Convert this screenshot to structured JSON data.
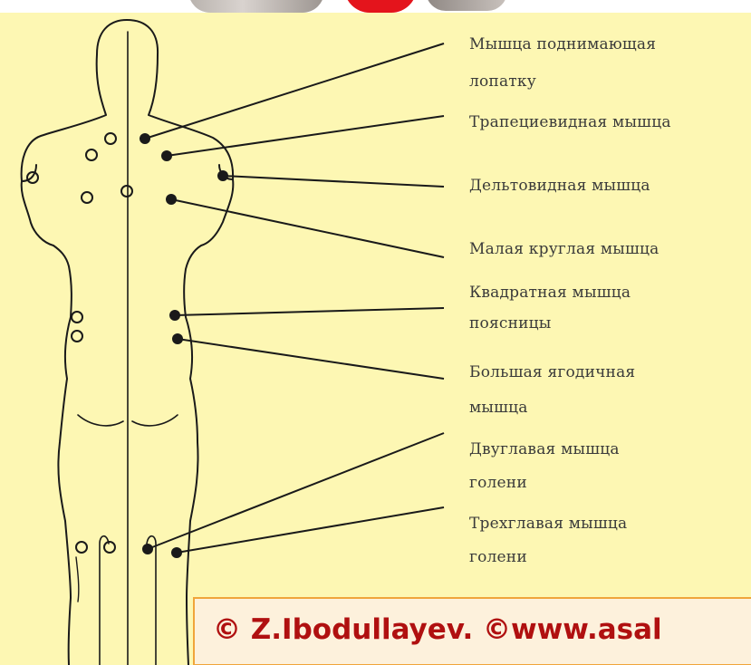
{
  "labels": [
    {
      "line1": "Мышца поднимающая",
      "line2": "лопатку"
    },
    {
      "line1": "Трапециевидная мышца",
      "line2": ""
    },
    {
      "line1": "Дельтовидная мышца",
      "line2": ""
    },
    {
      "line1": "Малая круглая мышца",
      "line2": ""
    },
    {
      "line1": "Квадратная мышца",
      "line2": "поясницы"
    },
    {
      "line1": "Большая ягодичная",
      "line2": "мышца"
    },
    {
      "line1": "Двуглавая мышца",
      "line2": "голени"
    },
    {
      "line1": "Трехглавая мышца",
      "line2": "голени"
    }
  ],
  "copyright": "© Z.Ibodullayev. ©www.asal",
  "colors": {
    "background": "#fdf7b3",
    "outline": "#1a1a1a",
    "label_text": "#3a3a3a",
    "copyright_text": "#b01010",
    "copyright_fill": "#fdf1dc",
    "copyright_border": "#f0a53a",
    "photo_accent": "#e4141c"
  }
}
